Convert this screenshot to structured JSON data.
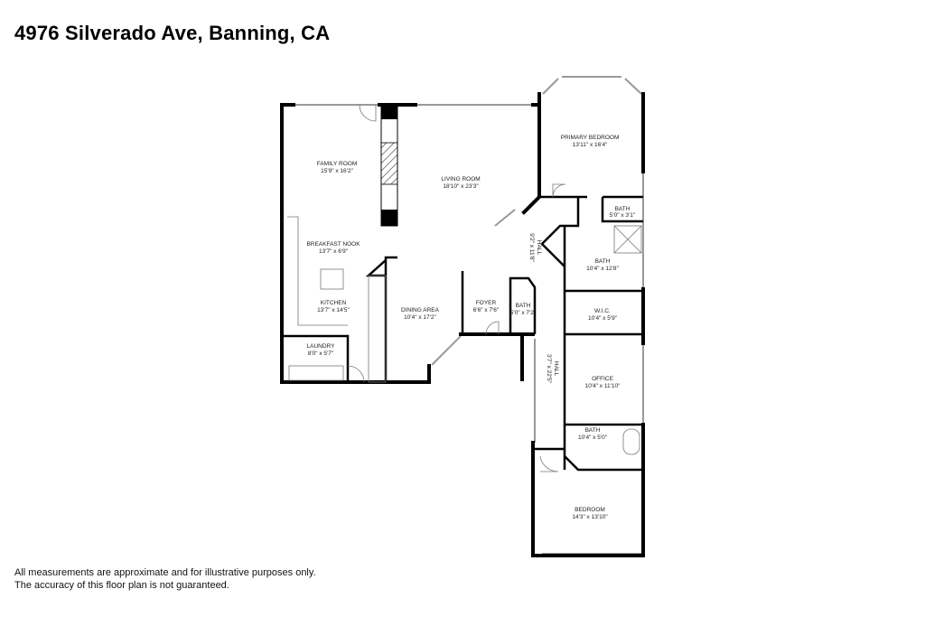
{
  "title": "4976 Silverado Ave, Banning, CA",
  "disclaimer": [
    "All measurements are approximate and for illustrative purposes only.",
    "The accuracy of this floor plan is not guaranteed."
  ],
  "rooms": [
    {
      "name": "FAMILY ROOM",
      "size": "15'9\" x 16'2\""
    },
    {
      "name": "LIVING ROOM",
      "size": "18'10\" x 23'3\""
    },
    {
      "name": "PRIMARY BEDROOM",
      "size": "13'11\" x 16'4\""
    },
    {
      "name": "BATH",
      "size": "5'0\" x 3'1\""
    },
    {
      "name": "BATH",
      "size": "10'4\" x 12'8\""
    },
    {
      "name": "HALL",
      "size": "9'2\" x 11'8\""
    },
    {
      "name": "BREAKFAST NOOK",
      "size": "13'7\" x 6'9\""
    },
    {
      "name": "KITCHEN",
      "size": "13'7\" x 14'5\""
    },
    {
      "name": "DINING AREA",
      "size": "10'4\" x 17'2\""
    },
    {
      "name": "FOYER",
      "size": "6'6\" x 7'6\""
    },
    {
      "name": "BATH",
      "size": "5'0\" x 7'2\""
    },
    {
      "name": "W.I.C.",
      "size": "10'4\" x 5'9\""
    },
    {
      "name": "LAUNDRY",
      "size": "8'0\" x 5'7\""
    },
    {
      "name": "HALL",
      "size": "3'7\" x 22'5\""
    },
    {
      "name": "OFFICE",
      "size": "10'4\" x 11'10\""
    },
    {
      "name": "BATH",
      "size": "10'4\" x 5'0\""
    },
    {
      "name": "BEDROOM",
      "size": "14'3\" x 13'10\""
    }
  ]
}
